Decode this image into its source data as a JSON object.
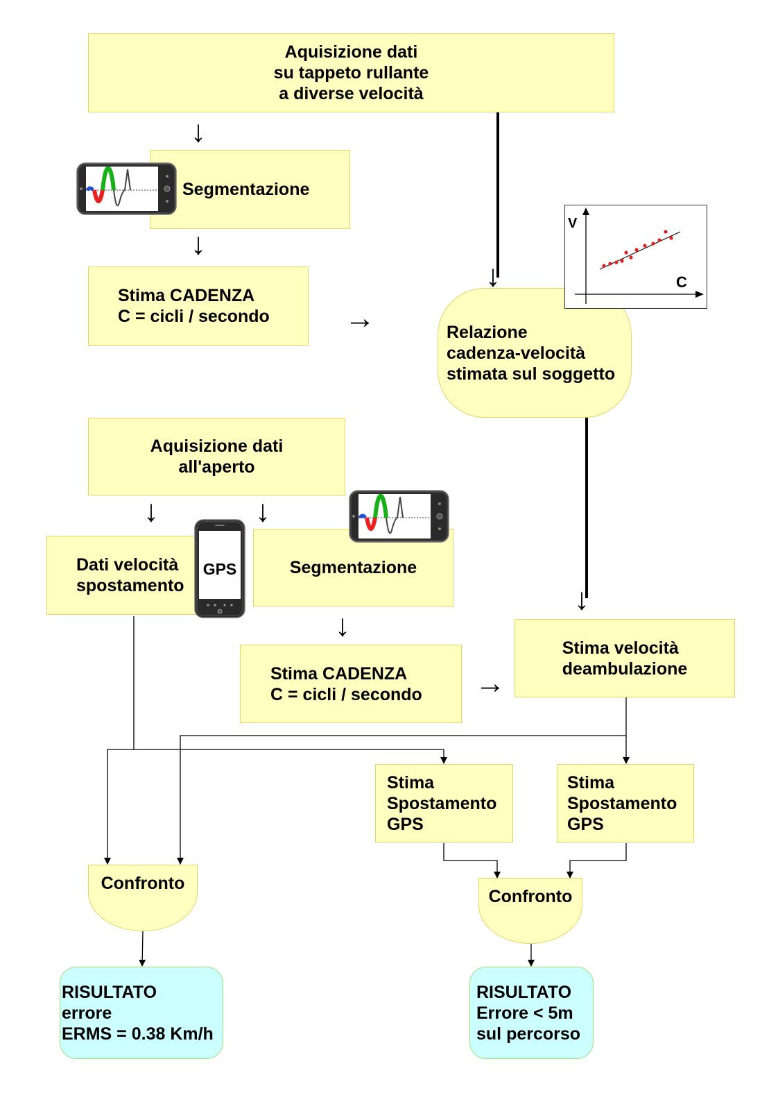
{
  "nodes": {
    "acq_treadmill": [
      "Aquisizione dati",
      "su tappeto rullante",
      "a diverse velocità"
    ],
    "seg_top": "Segmentazione",
    "cadenza_top": [
      "Stima CADENZA",
      "C = cicli / secondo"
    ],
    "relazione": [
      "Relazione",
      "cadenza-velocità",
      "stimata sul soggetto"
    ],
    "acq_outdoor": [
      "Aquisizione dati",
      "all'aperto"
    ],
    "dati_vel": [
      "Dati velocità",
      "spostamento"
    ],
    "seg_bottom": "Segmentazione",
    "cadenza_bottom": [
      "Stima CADENZA",
      "C = cicli / secondo"
    ],
    "stima_vel": [
      "Stima velocità",
      "deambulazione"
    ],
    "spost_a": [
      "Stima",
      "Spostamento",
      "GPS"
    ],
    "spost_b": [
      "Stima",
      "Spostamento",
      "GPS"
    ],
    "confronto_left": "Confronto",
    "confronto_right": "Confronto",
    "risultato_left": [
      "RISULTATO",
      "errore",
      "ERMS = 0.38 Km/h"
    ],
    "risultato_right": [
      "RISULTATO",
      "Errore < 5m",
      "sul percorso"
    ]
  },
  "gps_label": "GPS",
  "plot": {
    "ylabel": "V",
    "xlabel": "C"
  },
  "colors": {
    "box": "#ffffc0",
    "result": "#ccffff",
    "dots": "#e02020"
  }
}
